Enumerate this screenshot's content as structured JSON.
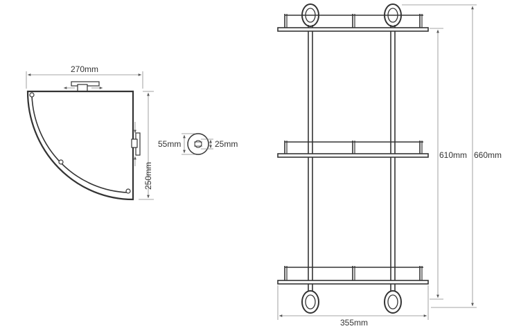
{
  "top_view": {
    "width_label": "270mm",
    "depth_label": "250mm"
  },
  "flange_detail": {
    "outer_label": "55mm",
    "inner_label": "25mm"
  },
  "front_view": {
    "width_label": "355mm",
    "height_inner_label": "610mm",
    "height_total_label": "660mm"
  },
  "colors": {
    "line": "#333333",
    "dimension": "#888888",
    "background": "#ffffff"
  }
}
